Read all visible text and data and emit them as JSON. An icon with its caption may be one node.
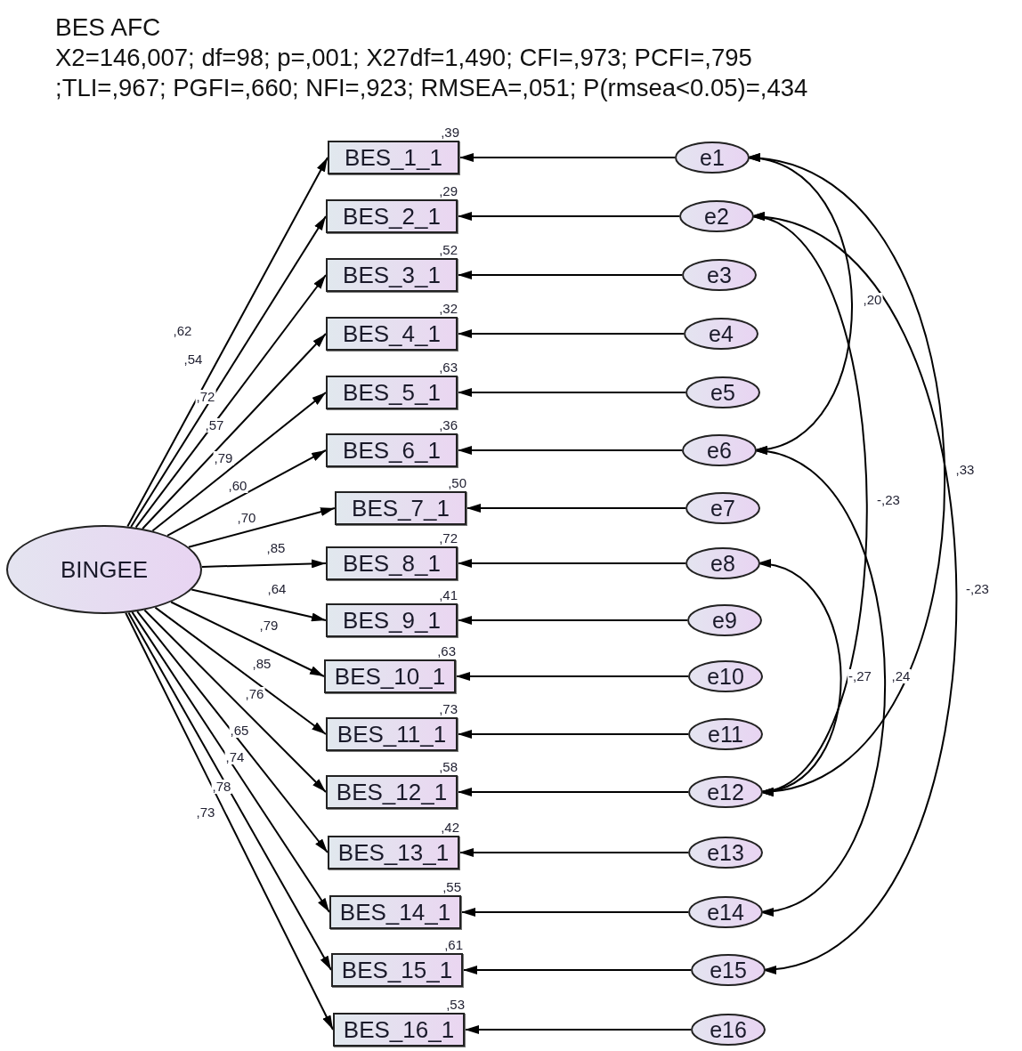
{
  "diagram": {
    "title": "BES AFC",
    "labels": [
      "X2=146,007; df=98; p=,001; X27df=1,490; CFI=,973; PCFI=,795",
      ";TLI=,967; PGFI=,660; NFI=,923; RMSEA=,051; P(rmsea<0.05)=,434"
    ],
    "nodes": [
      {
        "text": [
          "BINGEE"
        ]
      },
      {
        "text": [
          "BES_1_1"
        ],
        "beside": [
          ",39"
        ]
      },
      {
        "text": [
          "BES_2_1"
        ],
        "beside": [
          ",29"
        ]
      },
      {
        "text": [
          "BES_3_1"
        ],
        "beside": [
          ",52"
        ]
      },
      {
        "text": [
          "BES_4_1"
        ],
        "beside": [
          ",32"
        ]
      },
      {
        "text": [
          "BES_5_1"
        ],
        "beside": [
          ",63"
        ]
      },
      {
        "text": [
          "BES_6_1"
        ],
        "beside": [
          ",36"
        ]
      },
      {
        "text": [
          "BES_7_1"
        ],
        "beside": [
          ",50"
        ]
      },
      {
        "text": [
          "BES_8_1"
        ],
        "beside": [
          ",72"
        ]
      },
      {
        "text": [
          "BES_9_1"
        ],
        "beside": [
          ",41"
        ]
      },
      {
        "text": [
          "BES_10_1"
        ],
        "beside": [
          ",63"
        ]
      },
      {
        "text": [
          "BES_11_1"
        ],
        "beside": [
          ",73"
        ]
      },
      {
        "text": [
          "BES_12_1"
        ],
        "beside": [
          ",58"
        ]
      },
      {
        "text": [
          "BES_13_1"
        ],
        "beside": [
          ",42"
        ]
      },
      {
        "text": [
          "BES_14_1"
        ],
        "beside": [
          ",55"
        ]
      },
      {
        "text": [
          "BES_15_1"
        ],
        "beside": [
          ",61"
        ]
      },
      {
        "text": [
          "BES_16_1"
        ],
        "beside": [
          ",53"
        ]
      },
      {
        "text": [
          "e1"
        ]
      },
      {
        "text": [
          "e2"
        ]
      },
      {
        "text": [
          "e3"
        ]
      },
      {
        "text": [
          "e4"
        ]
      },
      {
        "text": [
          "e5"
        ]
      },
      {
        "text": [
          "e6"
        ]
      },
      {
        "text": [
          "e7"
        ]
      },
      {
        "text": [
          "e8"
        ]
      },
      {
        "text": [
          "e9"
        ]
      },
      {
        "text": [
          "e10"
        ]
      },
      {
        "text": [
          "e11"
        ]
      },
      {
        "text": [
          "e12"
        ]
      },
      {
        "text": [
          "e13"
        ]
      },
      {
        "text": [
          "e14"
        ]
      },
      {
        "text": [
          "e15"
        ]
      },
      {
        "text": [
          "e16"
        ]
      }
    ],
    "edges": [
      {
        "from": 0,
        "to": 1,
        "arrow": "to",
        "label": ",62"
      },
      {
        "from": 0,
        "to": 2,
        "arrow": "to",
        "label": ",54"
      },
      {
        "from": 0,
        "to": 3,
        "arrow": "to",
        "label": ",72"
      },
      {
        "from": 0,
        "to": 4,
        "arrow": "to",
        "label": ",57"
      },
      {
        "from": 0,
        "to": 5,
        "arrow": "to",
        "label": ",79"
      },
      {
        "from": 0,
        "to": 6,
        "arrow": "to",
        "label": ",60"
      },
      {
        "from": 0,
        "to": 7,
        "arrow": "to",
        "label": ",70"
      },
      {
        "from": 0,
        "to": 8,
        "arrow": "to",
        "label": ",85"
      },
      {
        "from": 0,
        "to": 9,
        "arrow": "to",
        "label": ",64"
      },
      {
        "from": 0,
        "to": 10,
        "arrow": "to",
        "label": ",79"
      },
      {
        "from": 0,
        "to": 11,
        "arrow": "to",
        "label": ",85"
      },
      {
        "from": 0,
        "to": 12,
        "arrow": "to",
        "label": ",76"
      },
      {
        "from": 0,
        "to": 13,
        "arrow": "to",
        "label": ",65"
      },
      {
        "from": 0,
        "to": 14,
        "arrow": "to",
        "label": ",74"
      },
      {
        "from": 0,
        "to": 15,
        "arrow": "to",
        "label": ",78"
      },
      {
        "from": 0,
        "to": 16,
        "arrow": "to",
        "label": ",73"
      },
      {
        "from": 17,
        "to": 1,
        "arrow": "to"
      },
      {
        "from": 18,
        "to": 2,
        "arrow": "to"
      },
      {
        "from": 19,
        "to": 3,
        "arrow": "to"
      },
      {
        "from": 20,
        "to": 4,
        "arrow": "to"
      },
      {
        "from": 21,
        "to": 5,
        "arrow": "to"
      },
      {
        "from": 22,
        "to": 6,
        "arrow": "to"
      },
      {
        "from": 23,
        "to": 7,
        "arrow": "to"
      },
      {
        "from": 24,
        "to": 8,
        "arrow": "to"
      },
      {
        "from": 25,
        "to": 9,
        "arrow": "to"
      },
      {
        "from": 26,
        "to": 10,
        "arrow": "to"
      },
      {
        "from": 27,
        "to": 11,
        "arrow": "to"
      },
      {
        "from": 28,
        "to": 12,
        "arrow": "to"
      },
      {
        "from": 29,
        "to": 13,
        "arrow": "to"
      },
      {
        "from": 30,
        "to": 14,
        "arrow": "to"
      },
      {
        "from": 31,
        "to": 15,
        "arrow": "to"
      },
      {
        "from": 32,
        "to": 16,
        "arrow": "to"
      },
      {
        "from": 17,
        "to": 22,
        "arrow": "both",
        "label": ",20"
      },
      {
        "from": 17,
        "to": 28,
        "arrow": "both",
        "label": ",33"
      },
      {
        "from": 18,
        "to": 28,
        "arrow": "both",
        "label": "-,23"
      },
      {
        "from": 18,
        "to": 31,
        "arrow": "both",
        "label": "-,23"
      },
      {
        "from": 22,
        "to": 30,
        "arrow": "both",
        "label": ",24"
      },
      {
        "from": 24,
        "to": 28,
        "arrow": "both",
        "label": "-,27"
      }
    ]
  }
}
